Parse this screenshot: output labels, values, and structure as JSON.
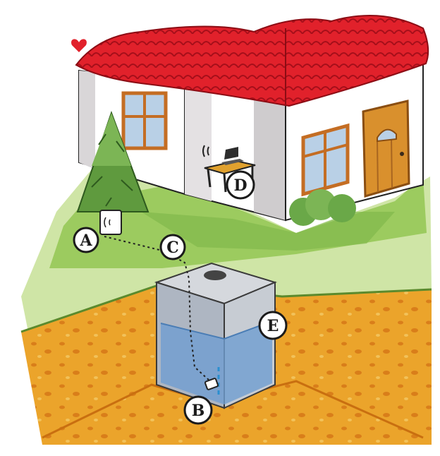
{
  "callouts": {
    "A": "A",
    "B": "B",
    "C": "C",
    "D": "D",
    "E": "E"
  },
  "colors": {
    "roof": "#e1212b",
    "roof_dark": "#b5101c",
    "wall": "#ffffff",
    "wall_shade": "#d9d6d8",
    "window_frame": "#c46d23",
    "glass": "#b9d0e6",
    "door": "#d9902d",
    "grass": "#9ccb5f",
    "grass_light": "#cfe5a6",
    "soil": "#eba42b",
    "soil_dark": "#d97e1a",
    "tank": "#b9bec6",
    "water": "#6f9ed1",
    "tree": "#5f9a3e"
  },
  "icons": [
    "heart-icon",
    "wifi-signal-icon",
    "laptop-icon",
    "level-sensor-icon",
    "gateway-icon"
  ]
}
